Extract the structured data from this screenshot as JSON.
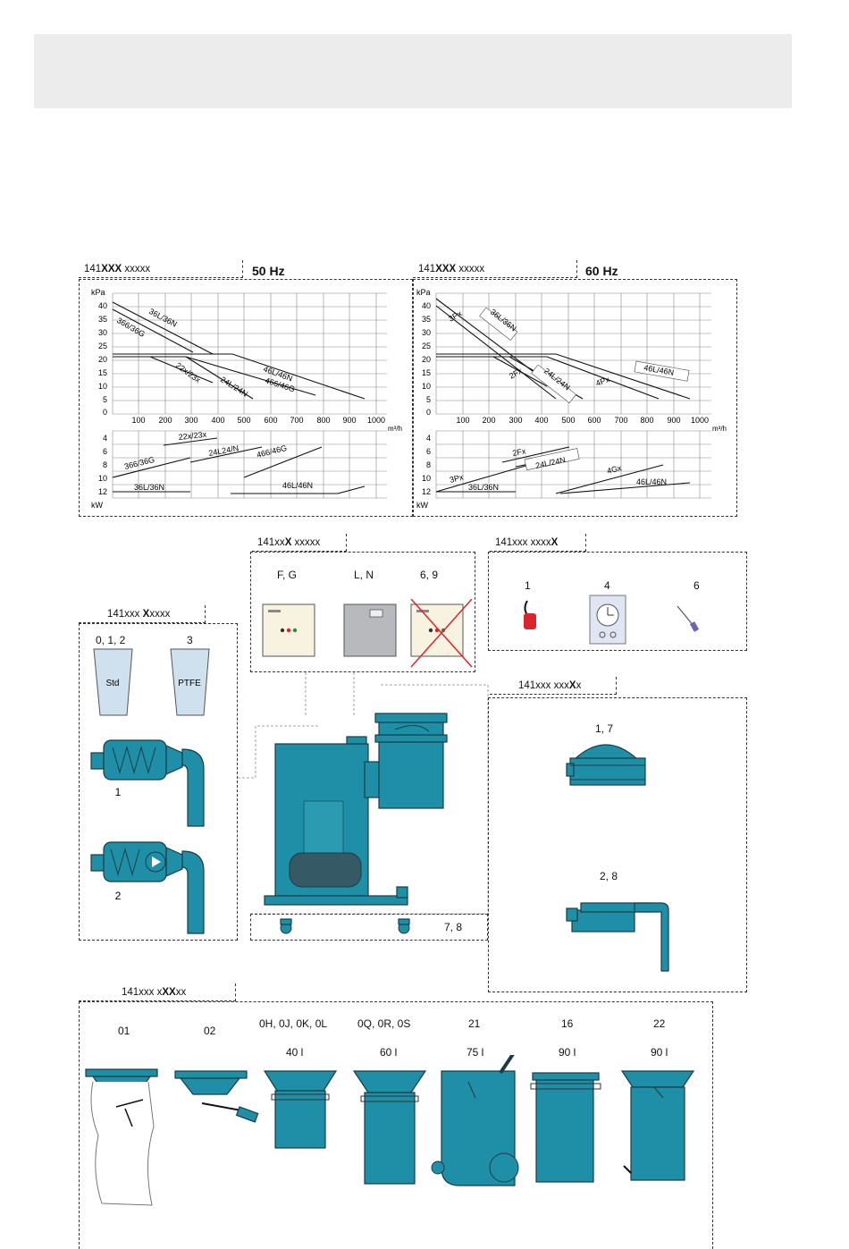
{
  "header": {
    "title": ""
  },
  "chart50": {
    "tag_prefix": "141",
    "tag_bold": "XXX",
    "tag_suffix": " xxxxx",
    "freq": "50 Hz",
    "y_unit": "kPa",
    "kw_unit": "kW",
    "x_unit": "m³/h",
    "y_ticks": [
      "40",
      "35",
      "30",
      "25",
      "20",
      "15",
      "10",
      "5",
      "0"
    ],
    "x_ticks": [
      "100",
      "200",
      "300",
      "400",
      "500",
      "600",
      "700",
      "800",
      "900",
      "1000"
    ],
    "kw_ticks": [
      "4",
      "6",
      "8",
      "10",
      "12"
    ],
    "curve_labels": [
      "36L/36N",
      "366/36G",
      "46L/46N",
      "466/46G",
      "24L/24N",
      "22x/23x"
    ],
    "power_labels": [
      "22x/23x",
      "24L24/N",
      "466/46G",
      "366/36G",
      "36L/36N",
      "46L/46N"
    ]
  },
  "chart60": {
    "tag_prefix": "141",
    "tag_bold": "XXX",
    "tag_suffix": " xxxxx",
    "freq": "60 Hz",
    "y_unit": "kPa",
    "kw_unit": "kW",
    "x_unit": "m³/h",
    "y_ticks": [
      "40",
      "35",
      "30",
      "25",
      "20",
      "15",
      "10",
      "5",
      "0"
    ],
    "x_ticks": [
      "100",
      "200",
      "300",
      "400",
      "500",
      "600",
      "700",
      "800",
      "900",
      "1000"
    ],
    "kw_ticks": [
      "4",
      "6",
      "8",
      "10",
      "12"
    ],
    "curve_labels": [
      "36L/36N",
      "3Px",
      "46L/46N",
      "4Px",
      "24L/24N",
      "2Fx"
    ],
    "power_labels": [
      "2Fx",
      "24L/24N",
      "4Gx",
      "3Px",
      "36L/36N",
      "46L/46N"
    ]
  },
  "control": {
    "tag_prefix": "141xx",
    "tag_bold": "X",
    "tag_suffix": " xxxxx",
    "options": [
      "F, G",
      "L, N",
      "6, 9"
    ]
  },
  "accessory": {
    "tag_prefix": "141xxx xxxx",
    "tag_bold": "X",
    "tag_suffix": "",
    "options": [
      "1",
      "4",
      "6"
    ]
  },
  "filter": {
    "tag_prefix": "141xxx ",
    "tag_bold": "X",
    "tag_suffix": "xxxx",
    "options": [
      "0, 1, 2",
      "3"
    ],
    "bag_labels": [
      "Std",
      "PTFE"
    ],
    "motor_labels": [
      "1",
      "2"
    ]
  },
  "top": {
    "tag_prefix": "141xxx xxx",
    "tag_bold": "X",
    "tag_suffix": "x",
    "options": [
      "1, 7",
      "2, 8"
    ]
  },
  "wheels": {
    "label": "7, 8"
  },
  "container": {
    "tag_prefix": "141xxx x",
    "tag_bold": "XX",
    "tag_suffix": "xx",
    "codes": [
      "01",
      "02",
      "0H, 0J, 0K, 0L",
      "0Q, 0R, 0S",
      "21",
      "16",
      "22"
    ],
    "volumes": [
      "40 l",
      "60 l",
      "75 l",
      "90 l",
      "90 l"
    ]
  },
  "colors": {
    "teal": "#1e8fa6",
    "dark": "#1b3c46",
    "bag_blue": "#cfe0ee",
    "red": "#d9262e"
  }
}
